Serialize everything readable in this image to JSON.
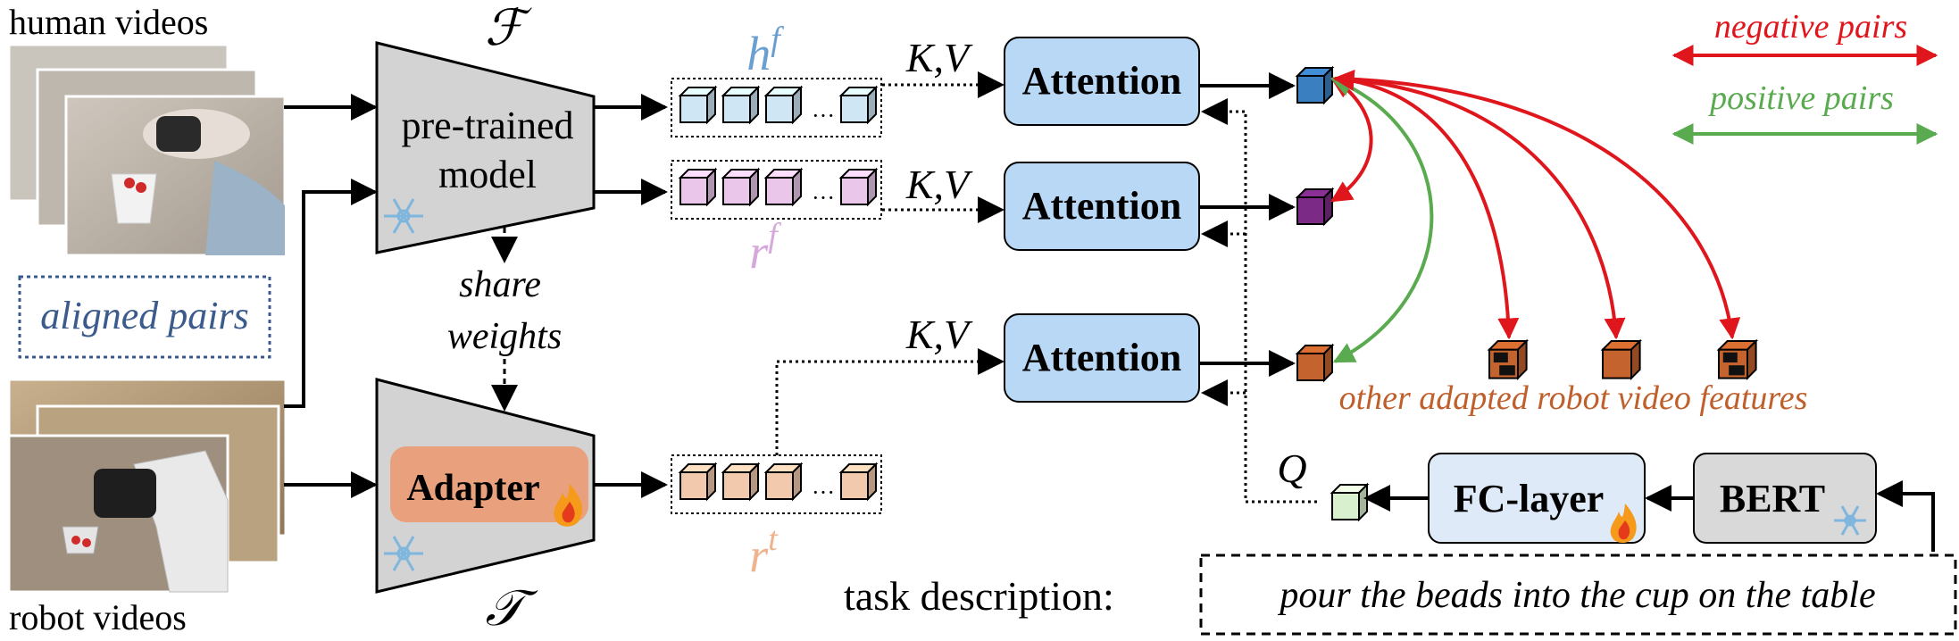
{
  "labels": {
    "human_videos": "human videos",
    "robot_videos": "robot videos",
    "aligned_pairs": "aligned pairs",
    "F_symbol": "ℱ",
    "T_symbol": "𝒯",
    "pretrained_line1": "pre-trained",
    "pretrained_line2": "model",
    "share_line1": "share",
    "share_line2": "weights",
    "adapter": "Adapter",
    "hf_base": "h",
    "rf_base": "r",
    "rt_base": "r",
    "sup_f": "f",
    "sup_t": "t",
    "kv": "K,V",
    "attention": "Attention",
    "q": "Q",
    "fc_layer": "FC-layer",
    "bert": "BERT",
    "task_description": "task description:",
    "task_text": "pour the beads into the cup on the table",
    "negative_pairs": "negative pairs",
    "positive_pairs": "positive pairs",
    "other_features": "other adapted robot video features",
    "ellipsis": "···"
  },
  "colors": {
    "h_cube": "#cfe6f5",
    "r_cube": "#e9c6ea",
    "rt_cube": "#f2c9ad",
    "h_label": "#6b9fd1",
    "r_label": "#d7a8dc",
    "rt_label": "#eeb48f",
    "attention_fill": "#b9d8f6",
    "fc_fill": "#dfeaf8",
    "bert_fill": "#d9d9d9",
    "adapter_fill": "#e9a07c",
    "trapezoid_fill": "#d3d3d3",
    "out_blue": "#3a7fbf",
    "out_purple": "#7b2a85",
    "out_orange": "#c4632d",
    "out_green": "#d9f0cf",
    "negative": "#e0161d",
    "positive": "#5aaa4f",
    "orange_text": "#bf5f2b",
    "aligned_text": "#3b5b8c"
  },
  "icons": [
    "snowflake-icon",
    "fire-icon"
  ]
}
